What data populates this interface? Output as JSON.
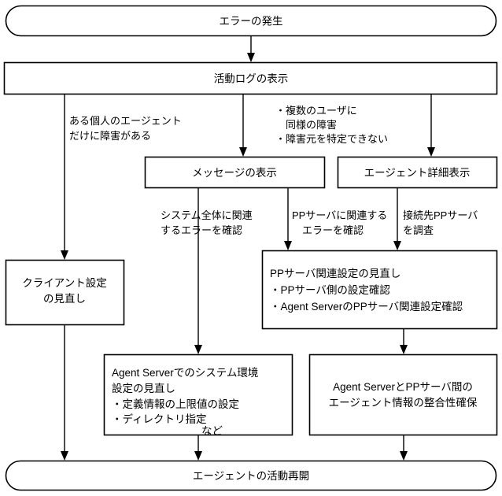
{
  "diagram": {
    "title_node": "エラーの発生",
    "nodes": {
      "error_occurrence": {
        "label": "エラーの発生",
        "shape": "stadium"
      },
      "activity_log": {
        "label": "活動ログの表示",
        "shape": "rect"
      },
      "message_display": {
        "label": "メッセージの表示",
        "shape": "rect"
      },
      "agent_detail": {
        "label": "エージェント詳細表示",
        "shape": "rect"
      },
      "client_settings": {
        "shape": "rect",
        "lines": [
          "クライアント設定",
          "の見直し"
        ]
      },
      "pp_server_settings": {
        "shape": "rect",
        "lines": [
          "PPサーバ関連設定の見直し",
          "・PPサーバ側の設定確認",
          "・Agent ServerのPPサーバ関連設定確認"
        ]
      },
      "agent_server_env": {
        "shape": "rect",
        "lines": [
          "Agent Serverでのシステム環境",
          "設定の見直し",
          "・定義情報の上限値の設定",
          "・ディレクトリ指定",
          "など"
        ]
      },
      "agent_pp_consistency": {
        "shape": "rect",
        "lines": [
          "Agent ServerとPPサーバ間の",
          "エージェント情報の整合性確保"
        ]
      },
      "resume_agent": {
        "label": "エージェントの活動再開",
        "shape": "stadium"
      }
    },
    "edge_labels": {
      "individual_agent_fault": [
        "ある個人のエージェント",
        "だけに障害がある"
      ],
      "multiple_users_fault": [
        "・複数のユーザに",
        "　同様の障害",
        "・障害元を特定できない"
      ],
      "system_wide_error": [
        "システム全体に関連",
        "するエラーを確認"
      ],
      "pp_server_error": [
        "PPサーバに関連する",
        "　エラーを確認"
      ],
      "investigate_pp_server": [
        "接続先PPサーバ",
        "を調査"
      ]
    },
    "colors": {
      "stroke": "#000000",
      "fill": "#ffffff",
      "text": "#000000"
    }
  }
}
